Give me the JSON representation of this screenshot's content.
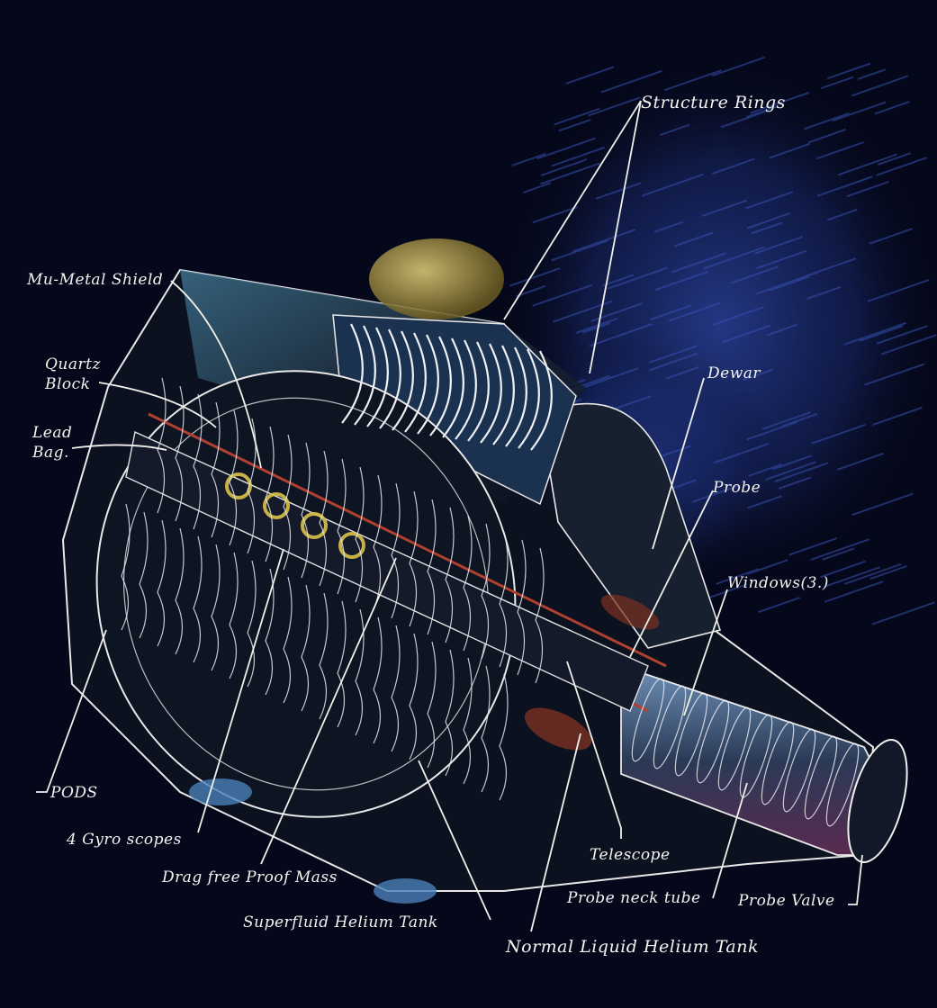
{
  "labels": {
    "structure_rings": "Structure Rings",
    "mu_metal_shield": "Mu-Metal Shield",
    "quartz_block_line1": "Quartz",
    "quartz_block_line2": "Block",
    "lead_bag_line1": "Lead",
    "lead_bag_line2": "Bag.",
    "dewar": "Dewar",
    "probe": "Probe",
    "windows": "Windows(3.)",
    "pods": "PODS",
    "gyroscopes": "4 Gyro scopes",
    "drag_free": "Drag free Proof Mass",
    "superfluid": "Superfluid Helium Tank",
    "telescope": "Telescope",
    "probe_neck_tube": "Probe neck tube",
    "probe_valve": "Probe Valve",
    "normal_liquid": "Normal Liquid Helium Tank"
  },
  "colors": {
    "background": "#05081a",
    "blue_haze": "#1c2f7a",
    "line": "#f0f0ea",
    "gold": "#c9b24a",
    "red_rod": "#b04030",
    "steel_blue": "#5f8ec0"
  },
  "gyroscope_count": 4
}
